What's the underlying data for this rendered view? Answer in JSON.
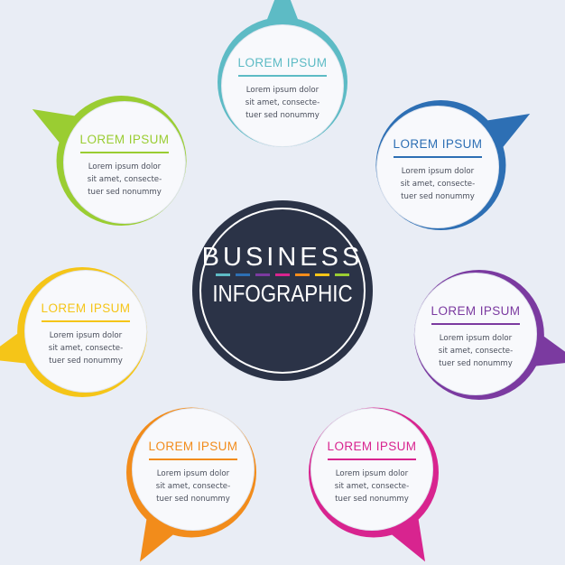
{
  "center": {
    "title": "BUSINESS",
    "subtitle": "INFOGRAPHIC",
    "fill": "#2b3347",
    "dash_colors": [
      "#5dbbc5",
      "#2d6fb4",
      "#7b3aa0",
      "#d8248f",
      "#f28c1b",
      "#f5c518",
      "#9acd32"
    ]
  },
  "items": [
    {
      "title": "LOREM IPSUM",
      "lines": [
        "Lorem ipsum dolor",
        "sit amet, consecte-",
        "tuer sed nonummy"
      ],
      "color": "#5dbbc5"
    },
    {
      "title": "LOREM IPSUM",
      "lines": [
        "Lorem ipsum dolor",
        "sit amet, consecte-",
        "tuer sed nonummy"
      ],
      "color": "#2d6fb4"
    },
    {
      "title": "LOREM IPSUM",
      "lines": [
        "Lorem ipsum dolor",
        "sit amet, consecte-",
        "tuer sed nonummy"
      ],
      "color": "#7b3aa0"
    },
    {
      "title": "LOREM IPSUM",
      "lines": [
        "Lorem ipsum dolor",
        "sit amet, consecte-",
        "tuer sed nonummy"
      ],
      "color": "#d8248f"
    },
    {
      "title": "LOREM IPSUM",
      "lines": [
        "Lorem ipsum dolor",
        "sit amet, consecte-",
        "tuer sed nonummy"
      ],
      "color": "#f28c1b"
    },
    {
      "title": "LOREM IPSUM",
      "lines": [
        "Lorem ipsum dolor",
        "sit amet, consecte-",
        "tuer sed nonummy"
      ],
      "color": "#f5c518"
    },
    {
      "title": "LOREM IPSUM",
      "lines": [
        "Lorem ipsum dolor",
        "sit amet, consecte-",
        "tuer sed nonummy"
      ],
      "color": "#9acd32"
    }
  ]
}
